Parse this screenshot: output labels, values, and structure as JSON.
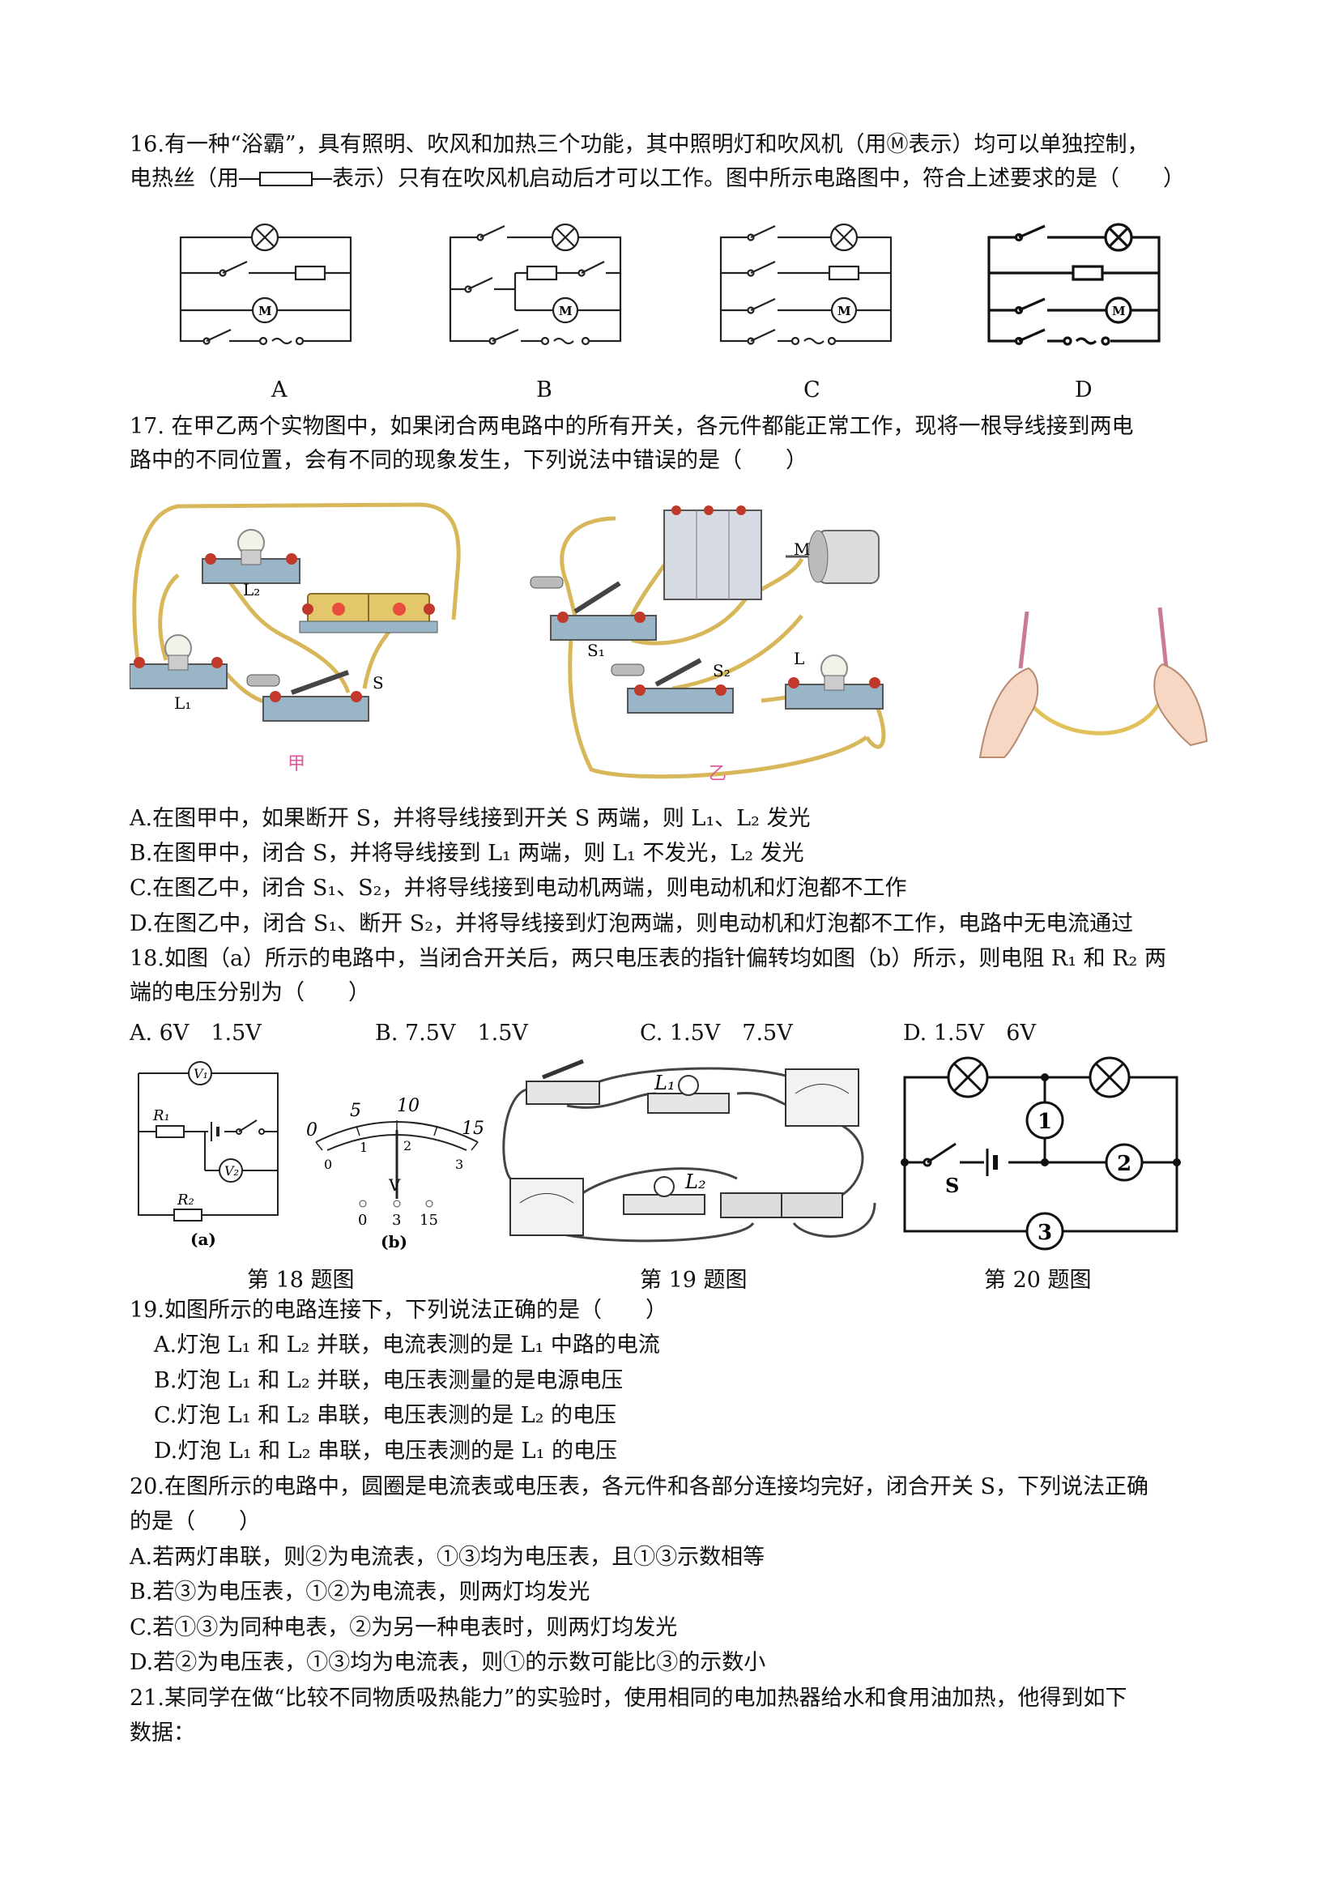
{
  "q16": {
    "line1": "16.有一种“浴霸”，具有照明、吹风和加热三个功能，其中照明灯和吹风机（用Ⓜ表示）均可以单独控制，",
    "line2_a": "电热丝（用",
    "line2_b": "表示）只有在吹风机启动后才可以工作。图中所示电路图中，符合上述要求的是（　　）",
    "labels": [
      "A",
      "B",
      "C",
      "D"
    ]
  },
  "q17": {
    "line1": "17. 在甲乙两个实物图中，如果闭合两电路中的所有开关，各元件都能正常工作，现将一根导线接到两电",
    "line2": "路中的不同位置，会有不同的现象发生，下列说法中错误的是（　　）",
    "fig_labels": {
      "jia": "甲",
      "yi": "乙",
      "L1": "L₁",
      "L2": "L₂",
      "S": "S",
      "S1": "S₁",
      "S2": "S₂",
      "M": "M",
      "L": "L"
    },
    "options": [
      "A.在图甲中，如果断开 S，并将导线接到开关 S 两端，则 L₁、L₂ 发光",
      "B.在图甲中，闭合 S，并将导线接到 L₁ 两端，则 L₁ 不发光，L₂ 发光",
      "C.在图乙中，闭合 S₁、S₂，并将导线接到电动机两端，则电动机和灯泡都不工作",
      "D.在图乙中，闭合 S₁、断开 S₂，并将导线接到灯泡两端，则电动机和灯泡都不工作，电路中无电流通过"
    ]
  },
  "q18": {
    "line1": "18.如图（a）所示的电路中，当闭合开关后，两只电压表的指针偏转均如图（b）所示，则电阻 R₁ 和 R₂ 两",
    "line2": "端的电压分别为（　　）",
    "options": [
      "A. 6V　1.5V",
      "B. 7.5V　1.5V",
      "C. 1.5V　7.5V",
      "D. 1.5V　6V"
    ],
    "fig_a": {
      "V1": "V₁",
      "V2": "V₂",
      "R1": "R₁",
      "R2": "R₂",
      "caption": "(a)"
    },
    "fig_b": {
      "top": [
        "0",
        "5",
        "10",
        "15"
      ],
      "bottom": [
        "0",
        "1",
        "2",
        "3"
      ],
      "unit": "V",
      "terminals": [
        "0",
        "3",
        "15"
      ],
      "caption": "(b)"
    }
  },
  "captions": {
    "fig18": "第 18 题图",
    "fig19": "第 19 题图",
    "fig20": "第 20 题图"
  },
  "fig19": {
    "L1": "L₁",
    "L2": "L₂"
  },
  "fig20": {
    "S": "S",
    "m1": "1",
    "m2": "2",
    "m3": "3"
  },
  "q19": {
    "stem": "19.如图所示的电路连接下，下列说法正确的是（　　）",
    "options": [
      "A.灯泡 L₁ 和 L₂ 并联，电流表测的是 L₁ 中路的电流",
      "B.灯泡 L₁ 和 L₂ 并联，电压表测量的是电源电压",
      "C.灯泡 L₁ 和 L₂ 串联，电压表测的是 L₂ 的电压",
      "D.灯泡 L₁ 和 L₂ 串联，电压表测的是 L₁ 的电压"
    ]
  },
  "q20": {
    "line1": "20.在图所示的电路中，圆圈是电流表或电压表，各元件和各部分连接均完好，闭合开关 S，下列说法正确",
    "line2": "的是（　　）",
    "options": [
      "A.若两灯串联，则②为电流表，①③均为电压表，且①③示数相等",
      "B.若③为电压表，①②为电流表，则两灯均发光",
      "C.若①③为同种电表，②为另一种电表时，则两灯均发光",
      "D.若②为电压表，①③均为电流表，则①的示数可能比③的示数小"
    ]
  },
  "q21": {
    "line1": "21.某同学在做“比较不同物质吸热能力”的实验时，使用相同的电加热器给水和食用油加热，他得到如下",
    "line2": "数据："
  }
}
